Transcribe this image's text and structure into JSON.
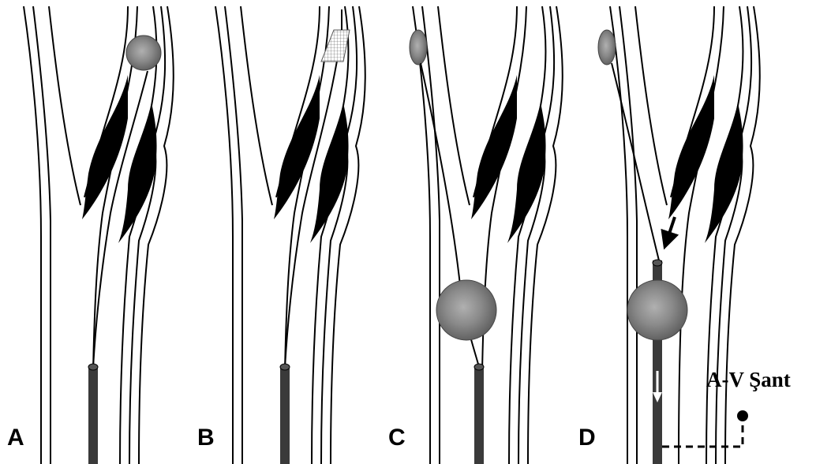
{
  "panels": [
    {
      "letter": "A"
    },
    {
      "letter": "B"
    },
    {
      "letter": "C"
    },
    {
      "letter": "D"
    }
  ],
  "shunt_label": "A-V Şant",
  "colors": {
    "line": "#000000",
    "catheter": "#3a3a3a",
    "balloon": "#777777",
    "background": "#ffffff"
  }
}
